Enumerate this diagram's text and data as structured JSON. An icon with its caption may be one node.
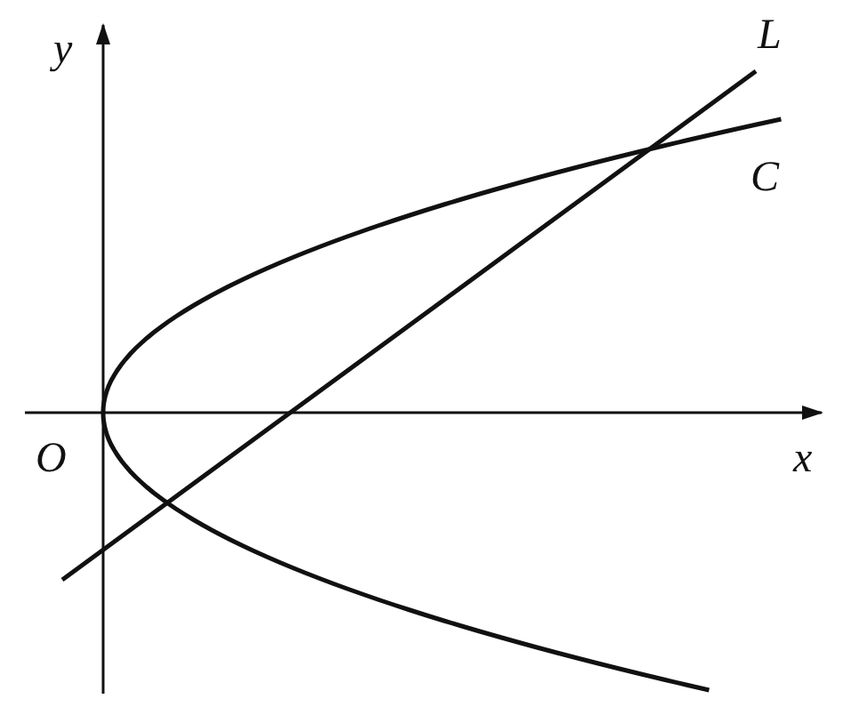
{
  "diagram": {
    "labels": [
      "y",
      "L",
      "C",
      "O",
      "x"
    ]
  }
}
